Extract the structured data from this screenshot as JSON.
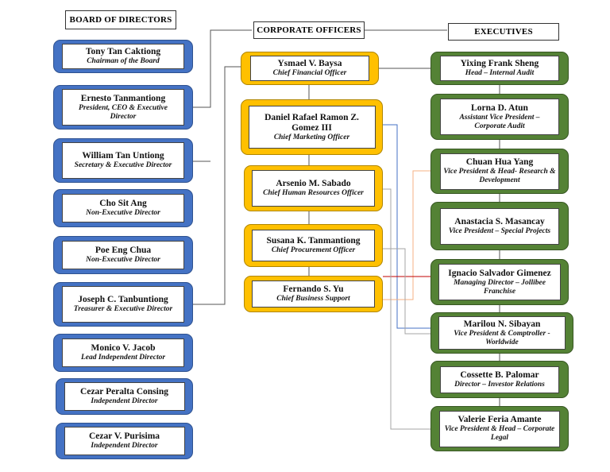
{
  "headers": {
    "board": "BOARD OF DIRECTORS",
    "officers": "CORPORATE OFFICERS",
    "executives": "EXECUTIVES"
  },
  "board": [
    {
      "name": "Tony Tan Caktiong",
      "title": "Chairman of the Board"
    },
    {
      "name": "Ernesto Tanmantiong",
      "title": "President, CEO & Executive Director"
    },
    {
      "name": "William Tan Untiong",
      "title": "Secretary & Executive Director"
    },
    {
      "name": "Cho Sit Ang",
      "title": "Non-Executive Director"
    },
    {
      "name": "Poe Eng Chua",
      "title": "Non-Executive Director"
    },
    {
      "name": "Joseph C. Tanbuntiong",
      "title": "Treasurer & Executive Director"
    },
    {
      "name": "Monico V. Jacob",
      "title": "Lead Independent Director"
    },
    {
      "name": "Cezar Peralta Consing",
      "title": "Independent Director"
    },
    {
      "name": "Cezar V. Purisima",
      "title": "Independent Director"
    }
  ],
  "officers": [
    {
      "name": "Ysmael V. Baysa",
      "title": "Chief Financial Officer"
    },
    {
      "name": "Daniel Rafael Ramon Z. Gomez III",
      "title": "Chief Marketing Officer"
    },
    {
      "name": "Arsenio M. Sabado",
      "title": "Chief Human Resources Officer"
    },
    {
      "name": "Susana K. Tanmantiong",
      "title": "Chief Procurement Officer"
    },
    {
      "name": "Fernando S. Yu",
      "title": "Chief Business Support"
    }
  ],
  "executives": [
    {
      "name": "Yixing Frank Sheng",
      "title": "Head – Internal Audit"
    },
    {
      "name": "Lorna D. Atun",
      "title": "Assistant Vice President – Corporate Audit"
    },
    {
      "name": "Chuan Hua Yang",
      "title": "Vice President & Head- Research & Development"
    },
    {
      "name": "Anastacia S. Masancay",
      "title": "Vice President – Special Projects"
    },
    {
      "name": "Ignacio Salvador Gimenez",
      "title": "Managing Director – Jollibee Franchise"
    },
    {
      "name": "Marilou N. Sibayan",
      "title": "Vice President & Comptroller - Worldwide"
    },
    {
      "name": "Cossette B. Palomar",
      "title": "Director – Investor Relations"
    },
    {
      "name": "Valerie Feria Amante",
      "title": "Vice President & Head – Corporate Legal"
    }
  ],
  "colors": {
    "board": "#4472c4",
    "officers": "#ffc000",
    "executives": "#548235",
    "line_blue": "#4472c4",
    "line_orange": "#f4b183",
    "line_red": "#c00000",
    "line_gray": "#a6a6a6"
  }
}
